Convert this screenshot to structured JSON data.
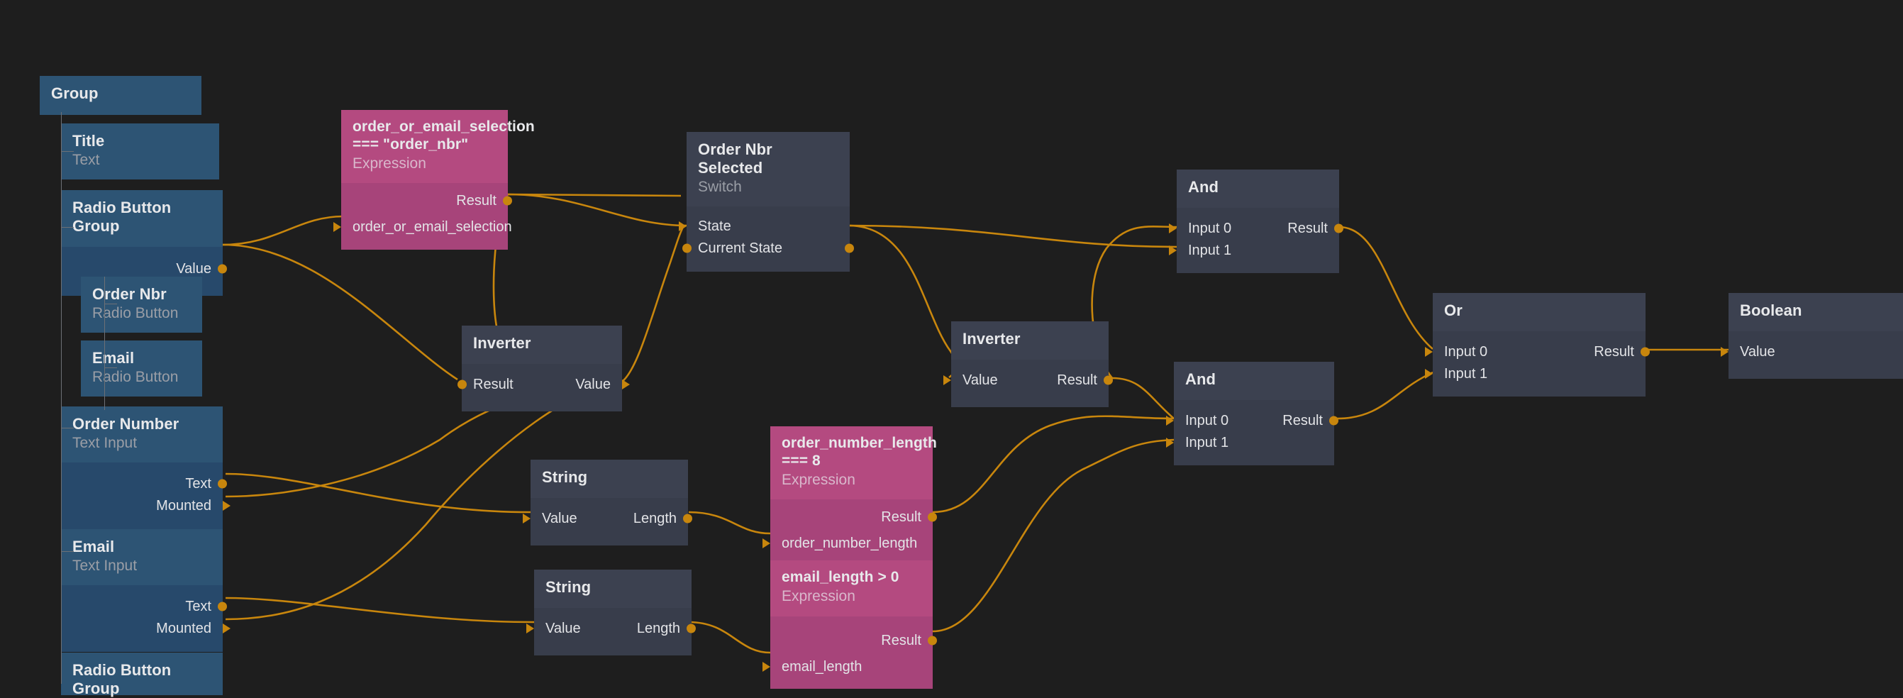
{
  "app": {
    "canvas_background": "#1e1e1e",
    "wire_color": "#c8860d",
    "node_colors": {
      "component_header": "#2d5474",
      "component_body": "#27496b",
      "logic_header": "#3c4150",
      "logic_body": "#383d4b",
      "expression_header": "#b44a80",
      "expression_body": "#a7447a"
    }
  },
  "nodes": {
    "group": {
      "title": "Group"
    },
    "title_text": {
      "title": "Title",
      "subtitle": "Text"
    },
    "radio_button_group_1": {
      "title": "Radio Button Group",
      "ports": {
        "value": "Value"
      }
    },
    "order_nbr_radio": {
      "title": "Order Nbr",
      "subtitle": "Radio Button"
    },
    "email_radio": {
      "title": "Email",
      "subtitle": "Radio Button"
    },
    "order_number_input": {
      "title": "Order Number",
      "subtitle": "Text Input",
      "ports": {
        "text": "Text",
        "mounted": "Mounted"
      }
    },
    "email_input": {
      "title": "Email",
      "subtitle": "Text Input",
      "ports": {
        "text": "Text",
        "mounted": "Mounted"
      }
    },
    "radio_button_group_2": {
      "title": "Radio Button Group"
    },
    "expr_order_or_email": {
      "title": "order_or_email_selection\n=== \"order_nbr\"",
      "subtitle": "Expression",
      "ports": {
        "result": "Result",
        "input": "order_or_email_selection"
      }
    },
    "switch_order_nbr_selected": {
      "title": "Order Nbr Selected",
      "subtitle": "Switch",
      "ports": {
        "state": "State",
        "current_state": "Current State"
      }
    },
    "inverter_left": {
      "title": "Inverter",
      "ports": {
        "result": "Result",
        "value": "Value"
      }
    },
    "inverter_right": {
      "title": "Inverter",
      "ports": {
        "value": "Value",
        "result": "Result"
      }
    },
    "string_order": {
      "title": "String",
      "ports": {
        "value": "Value",
        "length": "Length"
      }
    },
    "string_email": {
      "title": "String",
      "ports": {
        "value": "Value",
        "length": "Length"
      }
    },
    "expr_order_number_length": {
      "title": "order_number_length\n=== 8",
      "subtitle": "Expression",
      "ports": {
        "result": "Result",
        "input": "order_number_length"
      }
    },
    "expr_email_length": {
      "title": "email_length > 0",
      "subtitle": "Expression",
      "ports": {
        "result": "Result",
        "input": "email_length"
      }
    },
    "and_top": {
      "title": "And",
      "ports": {
        "input0": "Input 0",
        "input1": "Input 1",
        "result": "Result"
      }
    },
    "and_bottom": {
      "title": "And",
      "ports": {
        "input0": "Input 0",
        "input1": "Input 1",
        "result": "Result"
      }
    },
    "or_node": {
      "title": "Or",
      "ports": {
        "input0": "Input 0",
        "input1": "Input 1",
        "result": "Result"
      }
    },
    "boolean_node": {
      "title": "Boolean",
      "ports": {
        "value": "Value"
      }
    }
  }
}
